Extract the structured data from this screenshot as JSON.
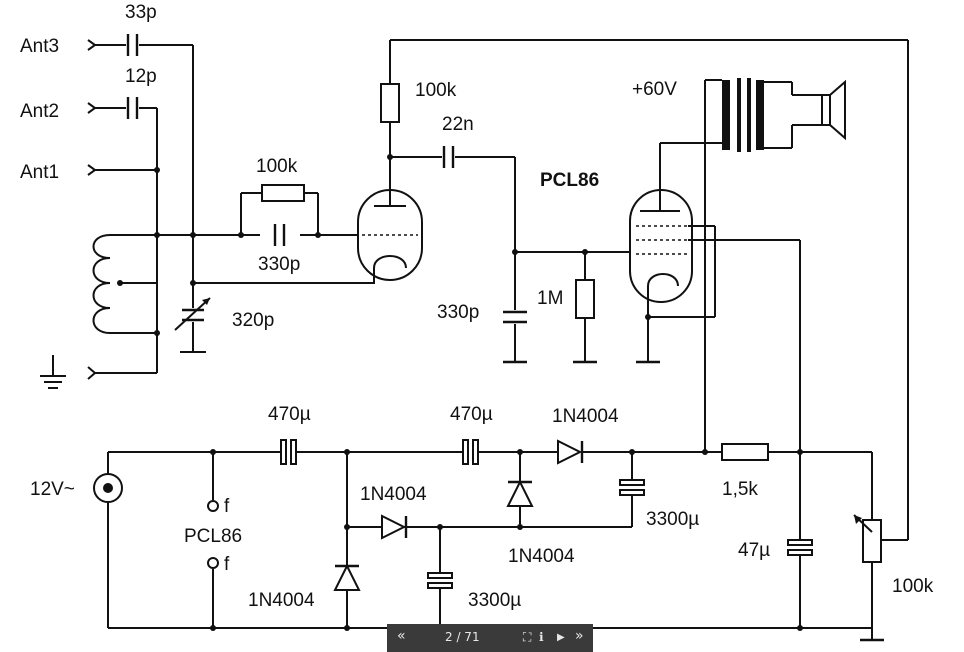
{
  "labels": {
    "ant3": "Ant3",
    "ant2": "Ant2",
    "ant1": "Ant1",
    "c_ant3": "33p",
    "c_ant2": "12p",
    "r_grid": "100k",
    "c_grid": "330p",
    "c_tune": "320p",
    "r_plate": "100k",
    "c_coupling": "22n",
    "tube": "PCL86",
    "supply_hv": "+60V",
    "c_bypass": "330p",
    "r_leak": "1M",
    "c1": "470µ",
    "c2": "470µ",
    "d_top": "1N4004",
    "d_mid": "1N4004",
    "d_vert": "1N4004",
    "d_left": "1N4004",
    "c_big1": "3300µ",
    "c_big2": "3300µ",
    "r_series": "1,5k",
    "c_filter": "47µ",
    "pot": "100k",
    "input_v": "12V~",
    "heater_label": "PCL86",
    "heater_f1": "f",
    "heater_f2": "f"
  },
  "viewer": {
    "prev": "«",
    "page": "2 / 71",
    "fit": "⛶",
    "info": "ℹ",
    "play": "▶",
    "next": "»"
  }
}
